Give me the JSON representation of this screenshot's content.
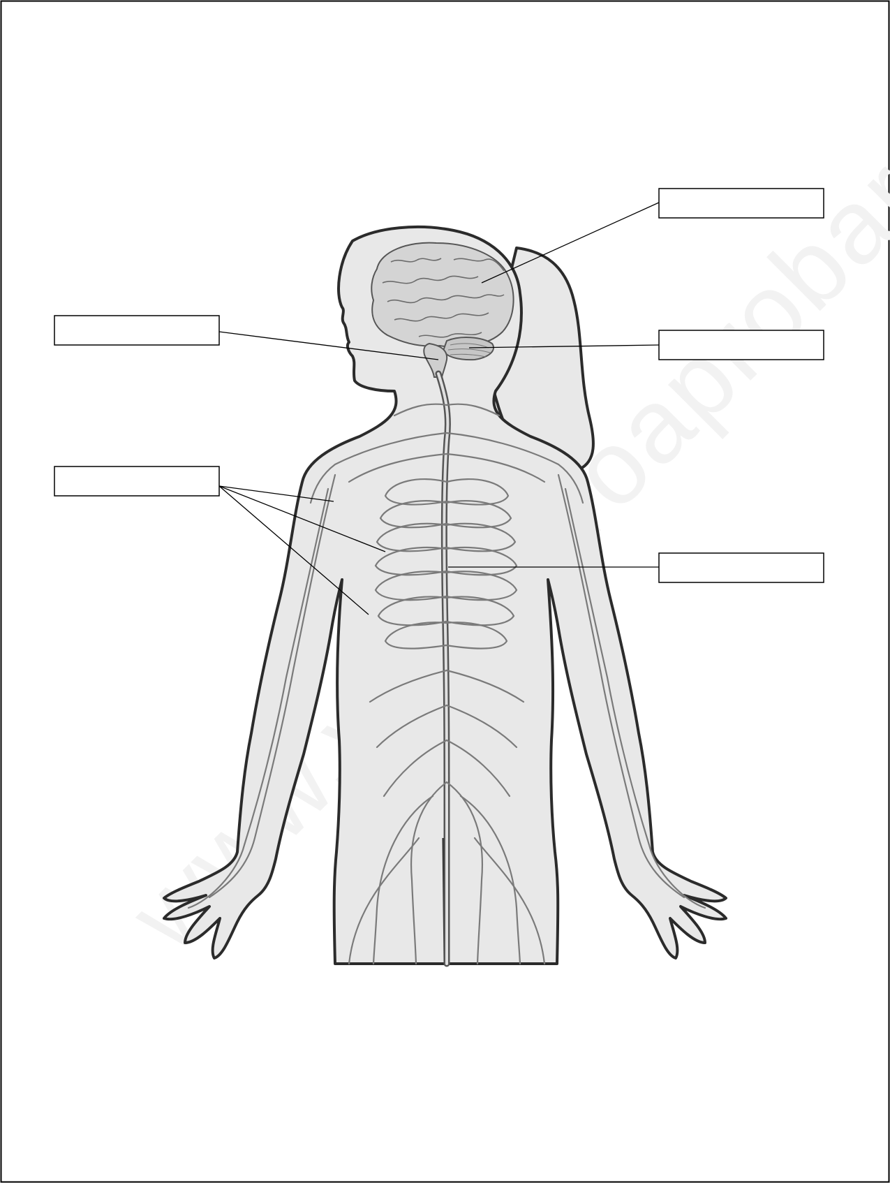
{
  "worksheet": {
    "title": "",
    "watermark": "www.yoquieroaprobar.es",
    "labels": [
      {
        "id": "brain",
        "text": ""
      },
      {
        "id": "cerebellum",
        "text": ""
      },
      {
        "id": "medulla",
        "text": ""
      },
      {
        "id": "nerves",
        "text": ""
      },
      {
        "id": "spinal-cord",
        "text": ""
      }
    ]
  },
  "colors": {
    "border": "#000000",
    "body_fill": "#e8e8e8",
    "body_outline": "#2b2b2b",
    "brain_fill": "#cfcfcf",
    "nerve": "#7a7a7a",
    "watermark": "#f1f1f1"
  }
}
